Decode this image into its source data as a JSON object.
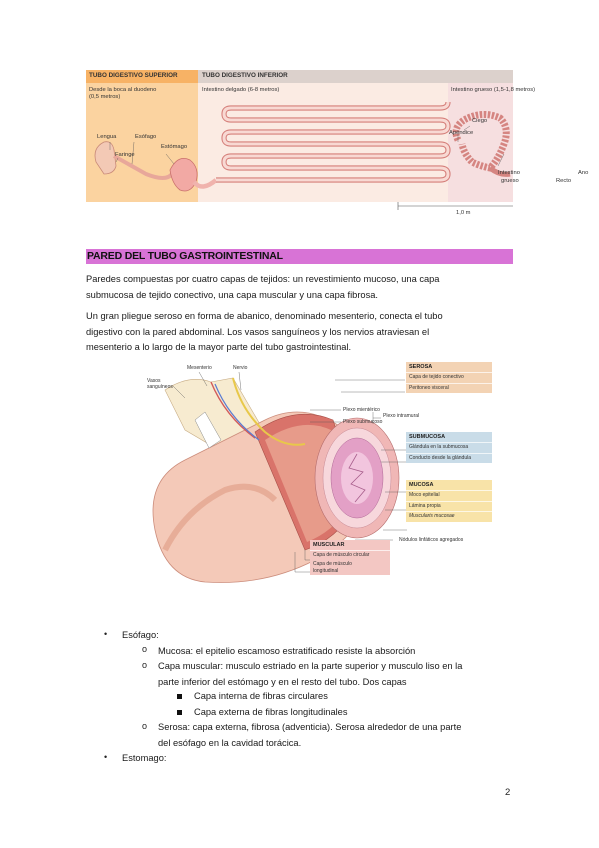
{
  "figure1": {
    "header_upper": "TUBO DIGESTIVO SUPERIOR",
    "header_lower": "TUBO DIGESTIVO INFERIOR",
    "upper_desc_line1": "Desde la boca al duodeno",
    "upper_desc_line2": "(0,5 metros)",
    "small_intestine": "Intestino delgado (6-8 metros)",
    "large_intestine": "Intestino grueso (1,5-1,8 metros)",
    "lengua": "Lengua",
    "esofago": "Esófago",
    "faringe": "Faringe",
    "estomago": "Estómago",
    "ciego": "Ciego",
    "apendice": "Apéndice",
    "intestino_grueso_line1": "Intestino",
    "intestino_grueso_line2": "grueso",
    "recto": "Recto",
    "ano": "Ano",
    "scale": "1,0 m"
  },
  "section_title": "PARED DEL TUBO GASTROINTESTINAL",
  "paragraphs": {
    "p1_l1": "Paredes compuestas por cuatro capas de tejidos: un revestimiento mucoso, una capa",
    "p1_l2": "submucosa de tejido conectivo, una capa muscular y una capa fibrosa.",
    "p2_l1": "Un gran pliegue seroso en forma de abanico, denominado mesenterio, conecta el tubo",
    "p2_l2": "digestivo con la pared abdominal. Los vasos sanguíneos y los nervios atraviesan el",
    "p2_l3": "mesenterio a lo largo de la mayor parte del tubo gastrointestinal."
  },
  "figure2": {
    "mesenterio": "Mesenterio",
    "nervio": "Nervio",
    "vasos_l1": "Vasos",
    "vasos_l2": "sanguíneos",
    "serosa": {
      "title": "SEROSA",
      "items": [
        "Capa de tejido conectivo",
        "Peritoneo visceral"
      ],
      "color": "#f3d3b4"
    },
    "plexo_mienterico": "Plexo mientérico",
    "plexo_submucoso": "Plexo submucoso",
    "plexo_intramural": "Plexo intramural",
    "submucosa": {
      "title": "SUBMUCOSA",
      "items": [
        "Glándula en la submucosa",
        "Conducto desde la glándula"
      ],
      "color": "#c9dce8"
    },
    "mucosa": {
      "title": "MUCOSA",
      "items": [
        "Moco epitelial",
        "Lámina propia",
        "Muscularis mucosae"
      ],
      "color": "#f8e3a8"
    },
    "nodulos": "Nódulos linfáticos agregados",
    "muscular": {
      "title": "MUSCULAR",
      "items": [
        "Capa de músculo circular",
        "Capa de músculo",
        "longitudinal"
      ],
      "color": "#f3c7c3"
    }
  },
  "list": {
    "esofago": "Esófago:",
    "mucosa": "Mucosa: el epitelio escamoso estratificado resiste la absorción",
    "muscular_l1": "Capa muscular: musculo estriado en la parte superior y musculo liso en la",
    "muscular_l2": "parte inferior del estómago y en el resto del tubo. Dos capas",
    "interna": "Capa interna de fibras circulares",
    "externa": "Capa externa de fibras longitudinales",
    "serosa_l1": "Serosa: capa externa, fibrosa (adventicia). Serosa alrededor de una parte",
    "serosa_l2": "del esófago en la cavidad torácica.",
    "estomago": "Estomago:",
    "bullet": "•",
    "sub_bullet": "o"
  },
  "page_number": "2"
}
